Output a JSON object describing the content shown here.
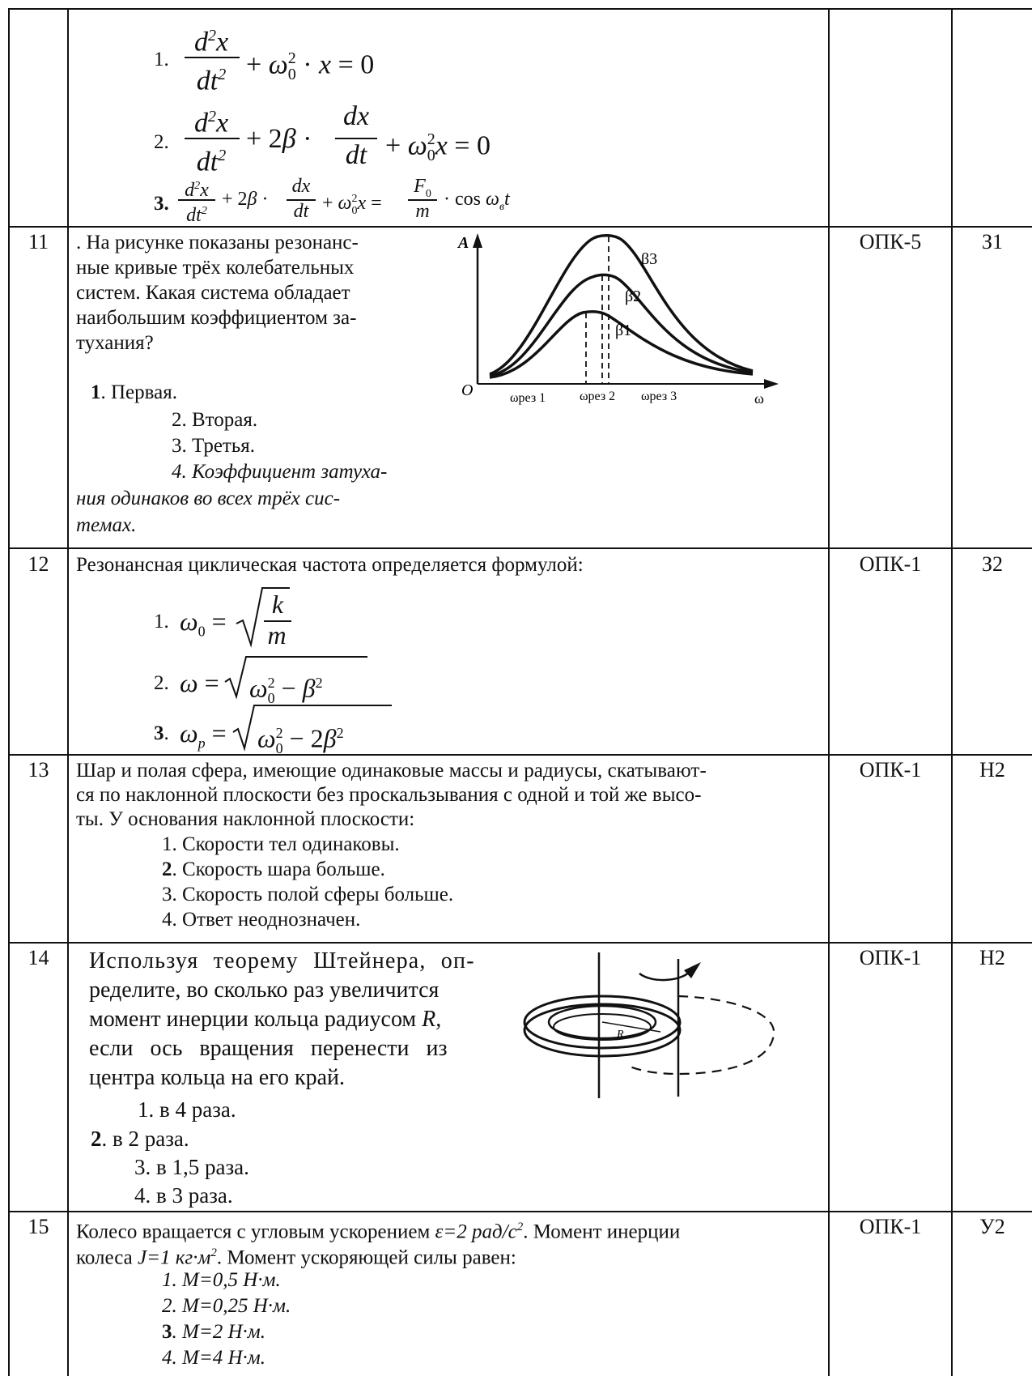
{
  "rows": {
    "r10": {
      "o1": "1.",
      "o2": "2.",
      "o3": "3."
    },
    "r11": {
      "num": "11",
      "comp": "ОПК-5",
      "code": "З1",
      "q": [
        ". На рисунке показаны резонанс-",
        "ные кривые трёх колебательных",
        "систем. Какая система обладает",
        "наибольшим коэффициентом за-",
        "тухания?"
      ],
      "a1n": "1",
      "a1t": ". Первая.",
      "a2": "2. Вторая.",
      "a3": "3. Третья.",
      "a4": [
        "4. Коэффициент затуха-",
        "ния одинаков во всех трёх сис-",
        "темах."
      ],
      "fig": {
        "A": "A",
        "O": "O",
        "w": "ω",
        "b3": "β3",
        "b2": "β2",
        "b1": "β1",
        "wr1": "ωрез 1",
        "wr2": "ωрез 2",
        "wr3": "ωрез 3"
      }
    },
    "r12": {
      "num": "12",
      "comp": "ОПК-1",
      "code": "З2",
      "q": "Резонансная циклическая частота определяется формулой:",
      "o1": "1.",
      "o2": "2.",
      "o3": "3"
    },
    "r13": {
      "num": "13",
      "comp": "ОПК-1",
      "code": "Н2",
      "q": [
        "Шар и полая сфера, имеющие одинаковые массы и радиусы, скатывают-",
        "ся по наклонной плоскости без проскальзывания с одной и той же высо-",
        "ты. У основания наклонной плоскости:"
      ],
      "a1": "1.  Скорости тел одинаковы.",
      "a2n": "2",
      "a2t": ".  Скорость шара больше.",
      "a3": "3.  Скорость полой сферы больше.",
      "a4": "4.  Ответ неоднозначен."
    },
    "r14": {
      "num": "14",
      "comp": "ОПК-1",
      "code": "Н2",
      "q": [
        "Используя теорему Штейнера, оп-",
        "ределите, во сколько раз увеличится",
        "момент инерции кольца радиусом",
        "если ось вращения перенести из",
        "центра кольца на его край."
      ],
      "R": "R,",
      "a1": "1.  в 4 раза.",
      "a2n": "2",
      "a2t": ".  в 2 раза.",
      "a3": "3.  в 1,5 раза.",
      "a4": "4.  в 3 раза.",
      "figR": "R"
    },
    "r15": {
      "num": "15",
      "comp": "ОПК-1",
      "code": "У2",
      "q1a": "Колесо вращается с угловым ускорением",
      "q1b": "ε=2 рад/с",
      "q1c": "2",
      "q1d": ". Момент инерции",
      "q2a": "колеса",
      "q2b": "J=1 кг·м",
      "q2c": "2",
      "q2d": ". Момент ускоряющей силы равен:",
      "a1": "1.  M=0,5 Н·м.",
      "a2": "2.  M=0,25 Н·м.",
      "a3n": "3",
      "a3t": ".  M=2 Н·м.",
      "a4": "4.  M=4 Н·м."
    }
  }
}
